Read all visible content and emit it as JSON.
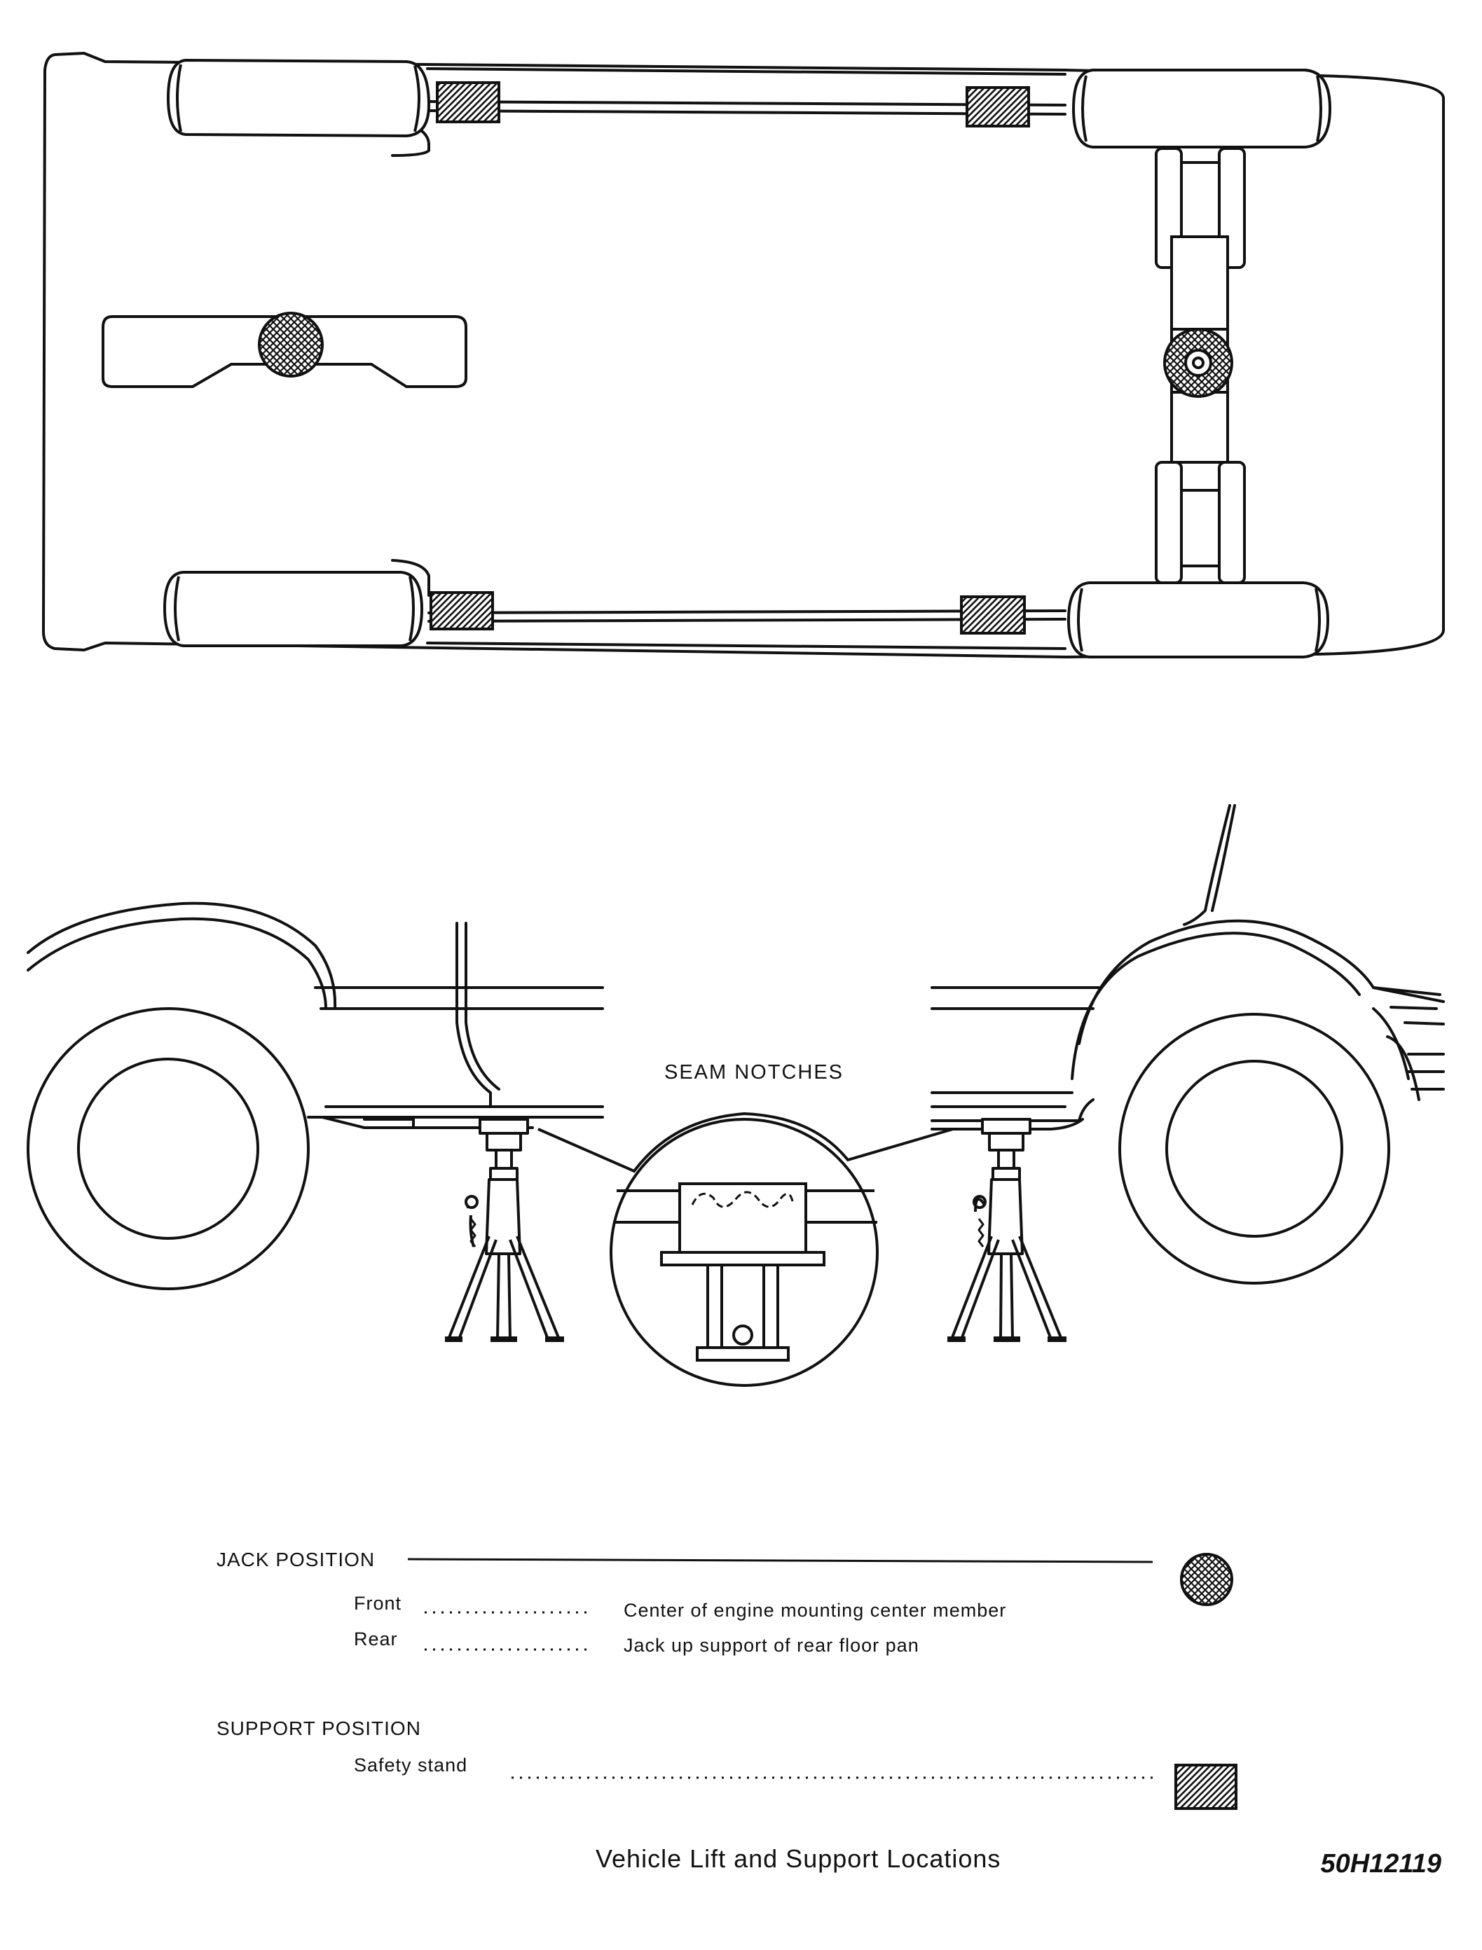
{
  "labels": {
    "seam_notches": "SEAM NOTCHES"
  },
  "legend": {
    "jack_position": {
      "heading": "JACK POSITION",
      "rows": [
        {
          "term": "Front",
          "desc": "Center of engine mounting center member"
        },
        {
          "term": "Rear",
          "desc": "Jack up support of rear floor pan"
        }
      ]
    },
    "support_position": {
      "heading": "SUPPORT POSITION",
      "rows": [
        {
          "term": "Safety stand"
        }
      ]
    }
  },
  "caption": "Vehicle Lift and Support Locations",
  "figure_number": "50H12119",
  "colors": {
    "ink": "#111111",
    "background": "#ffffff"
  }
}
